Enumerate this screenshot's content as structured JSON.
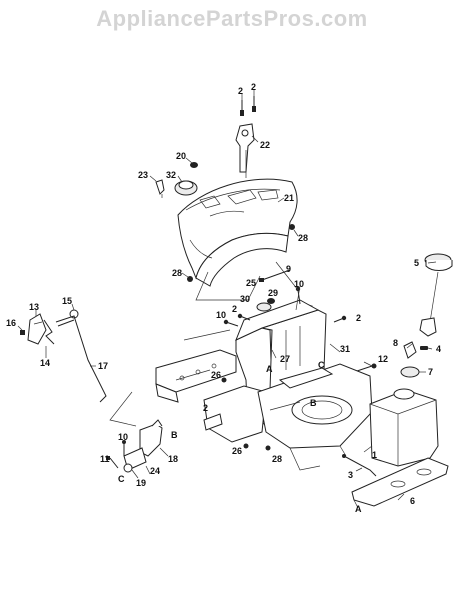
{
  "watermark": "AppliancePartsPros.com",
  "callouts": [
    {
      "id": "c1",
      "text": "1"
    },
    {
      "id": "c2a",
      "text": "2"
    },
    {
      "id": "c2b",
      "text": "2"
    },
    {
      "id": "c2c",
      "text": "2"
    },
    {
      "id": "c2d",
      "text": "2"
    },
    {
      "id": "c2e",
      "text": "2"
    },
    {
      "id": "c3",
      "text": "3"
    },
    {
      "id": "c4",
      "text": "4"
    },
    {
      "id": "c5",
      "text": "5"
    },
    {
      "id": "c6",
      "text": "6"
    },
    {
      "id": "c7",
      "text": "7"
    },
    {
      "id": "c8",
      "text": "8"
    },
    {
      "id": "c9",
      "text": "9"
    },
    {
      "id": "c10a",
      "text": "10"
    },
    {
      "id": "c10b",
      "text": "10"
    },
    {
      "id": "c10c",
      "text": "10"
    },
    {
      "id": "c11",
      "text": "11"
    },
    {
      "id": "c12",
      "text": "12"
    },
    {
      "id": "c13",
      "text": "13"
    },
    {
      "id": "c14",
      "text": "14"
    },
    {
      "id": "c15",
      "text": "15"
    },
    {
      "id": "c16",
      "text": "16"
    },
    {
      "id": "c17",
      "text": "17"
    },
    {
      "id": "c18",
      "text": "18"
    },
    {
      "id": "c19",
      "text": "19"
    },
    {
      "id": "c20",
      "text": "20"
    },
    {
      "id": "c21",
      "text": "21"
    },
    {
      "id": "c22",
      "text": "22"
    },
    {
      "id": "c23",
      "text": "23"
    },
    {
      "id": "c24",
      "text": "24"
    },
    {
      "id": "c25",
      "text": "25"
    },
    {
      "id": "c26a",
      "text": "26"
    },
    {
      "id": "c26b",
      "text": "26"
    },
    {
      "id": "c27",
      "text": "27"
    },
    {
      "id": "c28a",
      "text": "28"
    },
    {
      "id": "c28b",
      "text": "28"
    },
    {
      "id": "c28c",
      "text": "28"
    },
    {
      "id": "c29",
      "text": "29"
    },
    {
      "id": "c30",
      "text": "30"
    },
    {
      "id": "c31",
      "text": "31"
    },
    {
      "id": "c32",
      "text": "32"
    }
  ],
  "reference_letters": [
    {
      "id": "rA1",
      "text": "A"
    },
    {
      "id": "rA2",
      "text": "A"
    },
    {
      "id": "rB1",
      "text": "B"
    },
    {
      "id": "rB2",
      "text": "B"
    },
    {
      "id": "rC1",
      "text": "C"
    },
    {
      "id": "rC2",
      "text": "C"
    }
  ]
}
